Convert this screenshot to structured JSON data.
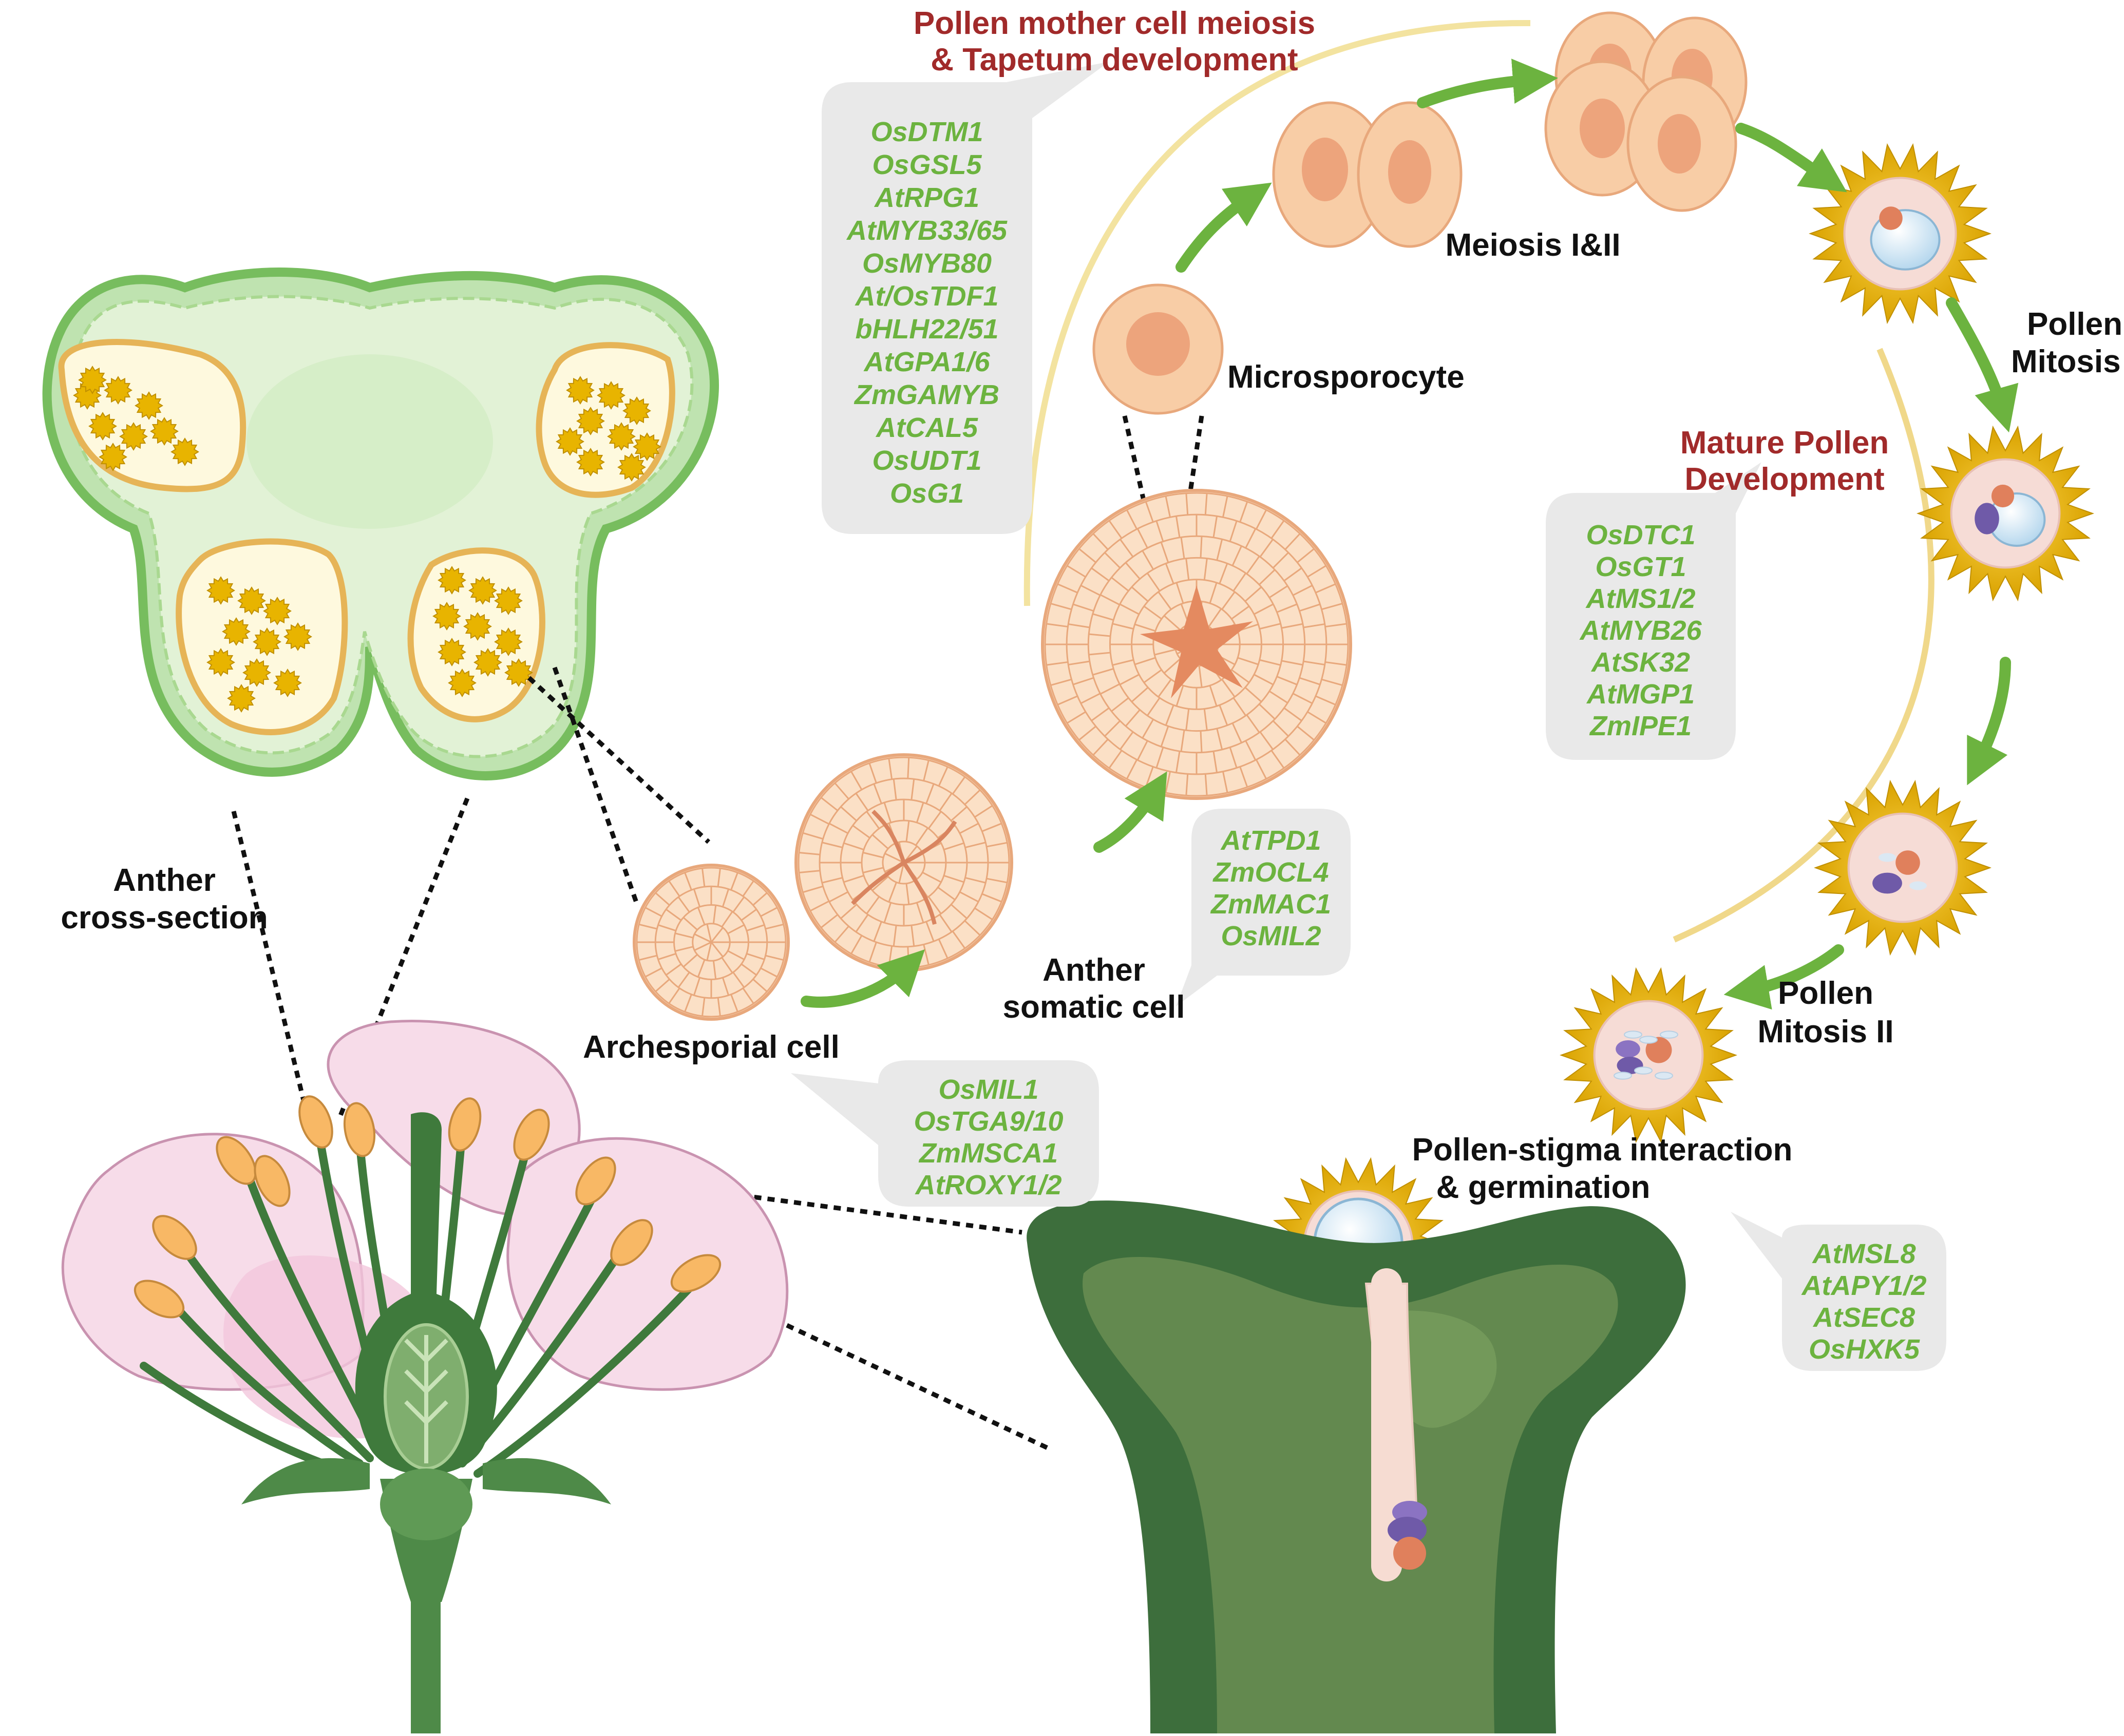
{
  "stage_titles": {
    "pmc_meiosis": [
      "Pollen mother cell meiosis",
      "& Tapetum development"
    ],
    "mature_pollen": [
      "Mature Pollen",
      "Development"
    ]
  },
  "labels": {
    "anther_cross_section": [
      "Anther",
      "cross-section"
    ],
    "archesporial_cell": "Archesporial cell",
    "anther_somatic_cell": [
      "Anther",
      "somatic cell"
    ],
    "microsporocyte": "Microsporocyte",
    "meiosis": "Meiosis I&II",
    "pollen_mitosis_1": [
      "Pollen",
      "Mitosis I"
    ],
    "pollen_mitosis_2": [
      "Pollen",
      "Mitosis II"
    ],
    "pollen_stigma": [
      "Pollen-stigma interaction",
      "& germination"
    ]
  },
  "gene_boxes": {
    "meiosis_tapetum": [
      "OsDTM1",
      "OsGSL5",
      "AtRPG1",
      "AtMYB33/65",
      "OsMYB80",
      "At/OsTDF1",
      "bHLH22/51",
      "AtGPA1/6",
      "ZmGAMYB",
      "AtCAL5",
      "OsUDT1",
      "OsG1"
    ],
    "mature_pollen": [
      "OsDTC1",
      "OsGT1",
      "AtMS1/2",
      "AtMYB26",
      "AtSK32",
      "AtMGP1",
      "ZmIPE1"
    ],
    "somatic": [
      "AtTPD1",
      "ZmOCL4",
      "ZmMAC1",
      "OsMIL2"
    ],
    "archesporial": [
      "OsMIL1",
      "OsTGA9/10",
      "ZmMSCA1",
      "AtROXY1/2"
    ],
    "stigma": [
      "AtMSL8",
      "AtAPY1/2",
      "AtSEC8",
      "OsHXK5"
    ]
  },
  "colors": {
    "gene_text": "#6cb33f",
    "stage_title": "#a12a2a",
    "arrow": "#6cb33f",
    "callout_bg": "#e9e9e9",
    "pollen_yellow": "#e8b400",
    "cell_peach": "#f8cda6"
  }
}
